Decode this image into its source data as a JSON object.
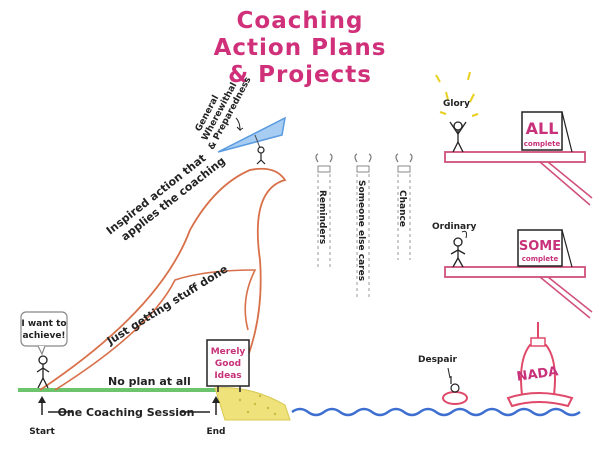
{
  "title": {
    "line1": "Coaching",
    "line2": "Action Plans",
    "line3": "& Projects"
  },
  "labels": {
    "general": [
      "General",
      "Wherewithal",
      "& Preparedness"
    ],
    "inspired": [
      "Inspired action that",
      "applies the coaching"
    ],
    "just_getting": "Just getting stuff done",
    "no_plan": "No plan at all",
    "speech": [
      "I want to",
      "achieve!"
    ],
    "merely_good": [
      "Merely",
      "Good",
      "Ideas"
    ],
    "session": "One Coaching Session",
    "start": "Start",
    "end": "End",
    "reminders": "Reminders",
    "someone_else": "Someone else cares",
    "chance": "Chance",
    "glory": "Glory",
    "ordinary": "Ordinary",
    "despair": "Despair",
    "all_sign": [
      "ALL",
      "complete"
    ],
    "some_sign": [
      "SOME",
      "complete"
    ],
    "nada": "NADA"
  },
  "colors": {
    "title": "#d0307a",
    "mountain": "#d8704a",
    "glider": "#5a9be0",
    "grass": "#6cc56c",
    "sand": "#e8d860",
    "water": "#3d6fd0",
    "platform": "#d0507a",
    "glory_rays": "#e8d020",
    "buoy": "#e04a6a"
  }
}
